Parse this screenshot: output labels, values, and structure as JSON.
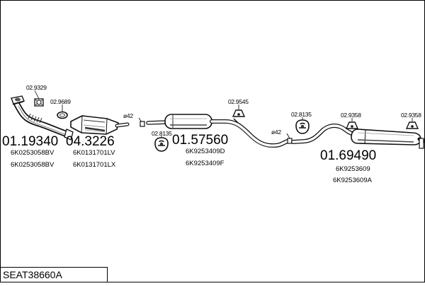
{
  "kit_code": "SEAT38660A",
  "parts": [
    {
      "number": "01.19340",
      "refs": [
        "6K0253058BV",
        "6K0253058BV"
      ]
    },
    {
      "number": "04.3226",
      "refs": [
        "6K0131701LV",
        "6K0131701LX"
      ]
    },
    {
      "number": "01.57560",
      "refs": [
        "6K9253409D",
        "6K9253409F"
      ]
    },
    {
      "number": "01.69490",
      "refs": [
        "6K9253609",
        "6K9253609A"
      ]
    }
  ],
  "small_parts": {
    "gasket_flange": "02.9329",
    "gasket_ring": "02.9689",
    "clamp_1": "ø42",
    "clamp_2": "ø42",
    "hanger_1": "02.8135",
    "hanger_2": "02.9545",
    "hanger_3": "02.8135",
    "hanger_4": "02.9358",
    "hanger_5": "02.9358"
  }
}
